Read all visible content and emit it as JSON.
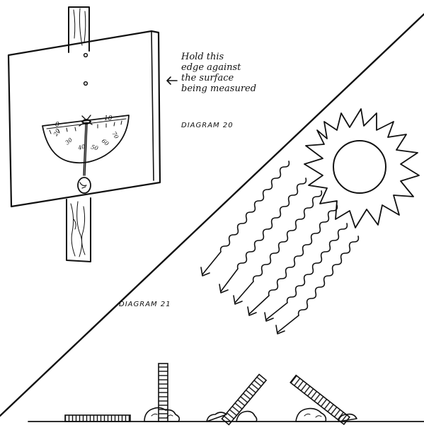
{
  "diagram_20": {
    "label": "DIAGRAM 20",
    "note_lines": [
      "Hold this",
      "edge against",
      "the surface",
      "being measured"
    ],
    "protractor_marks": [
      "0",
      "10",
      "20",
      "30",
      "40",
      "50",
      "60",
      "70"
    ]
  },
  "diagram_21": {
    "label": "DIAGRAM 21"
  },
  "colors": {
    "ink": "#111111",
    "paper": "#ffffff"
  }
}
